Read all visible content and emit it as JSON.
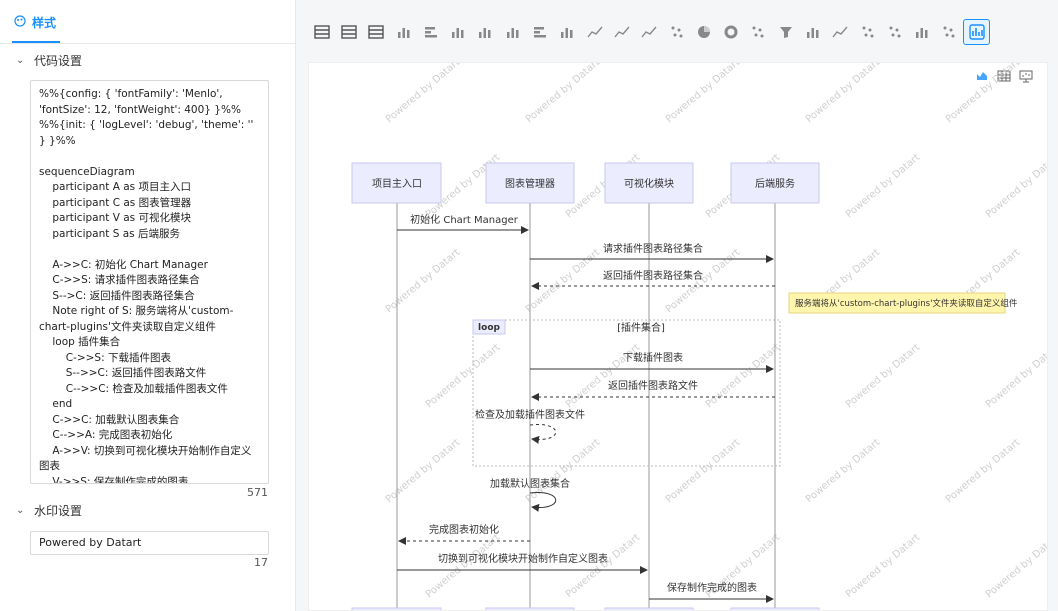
{
  "left_panel": {
    "tab_label": "样式",
    "code_section": {
      "title": "代码设置",
      "code": "%%{config: { 'fontFamily': 'Menlo', 'fontSize': 12, 'fontWeight': 400} }%%\n%%{init: { 'logLevel': 'debug', 'theme': '' } }%%\n\nsequenceDiagram\n    participant A as 项目主入口\n    participant C as 图表管理器\n    participant V as 可视化模块\n    participant S as 后端服务\n\n    A->>C: 初始化 Chart Manager\n    C->>S: 请求插件图表路径集合\n    S-->C: 返回插件图表路径集合\n    Note right of S: 服务端将从'custom-chart-plugins'文件夹读取自定义组件\n    loop 插件集合\n        C->>S: 下载插件图表\n        S-->>C: 返回插件图表路文件\n        C-->>C: 检查及加载插件图表文件\n    end\n    C->>C: 加载默认图表集合\n    C-->>A: 完成图表初始化\n    A->>V: 切换到可视化模块开始制作自定义图表\n    V->>S: 保存制作完成的图表",
      "char_count": "571"
    },
    "watermark_section": {
      "title": "水印设置",
      "value": "Powered by Datart",
      "char_count": "17"
    }
  },
  "toolbar": {
    "icons": [
      "table-icon",
      "pivot-table-icon",
      "score-card-icon",
      "bar-chart-icon",
      "horizontal-bar-icon",
      "grouped-bar-icon",
      "stacked-bar-icon",
      "percent-bar-icon",
      "stacked-horizontal-icon",
      "waterfall-icon",
      "line-chart-icon",
      "area-chart-icon",
      "stacked-area-icon",
      "scatter-icon",
      "pie-icon",
      "doughnut-icon",
      "map-icon",
      "funnel-icon",
      "scatter-bubble-icon",
      "radar-icon",
      "wordcloud-icon",
      "geo-icon",
      "custom-bar-icon",
      "mermaid-icon",
      "sequence-diagram-icon"
    ],
    "active_index": 24
  },
  "diagram": {
    "participants": [
      "项目主入口",
      "图表管理器",
      "可视化模块",
      "后端服务"
    ],
    "messages": {
      "m1": "初始化 Chart Manager",
      "m2": "请求插件图表路径集合",
      "m3": "返回插件图表路径集合",
      "note": "服务端将从'custom-chart-plugins'文件夹读取自定义组件",
      "loop_tag": "loop",
      "loop_title": "[插件集合]",
      "m4": "下载插件图表",
      "m5": "返回插件图表路文件",
      "m6": "检查及加载插件图表文件",
      "m7": "加载默认图表集合",
      "m8": "完成图表初始化",
      "m9": "切换到可视化模块开始制作自定义图表",
      "m10": "保存制作完成的图表"
    },
    "watermark": "Powered by Datart"
  }
}
